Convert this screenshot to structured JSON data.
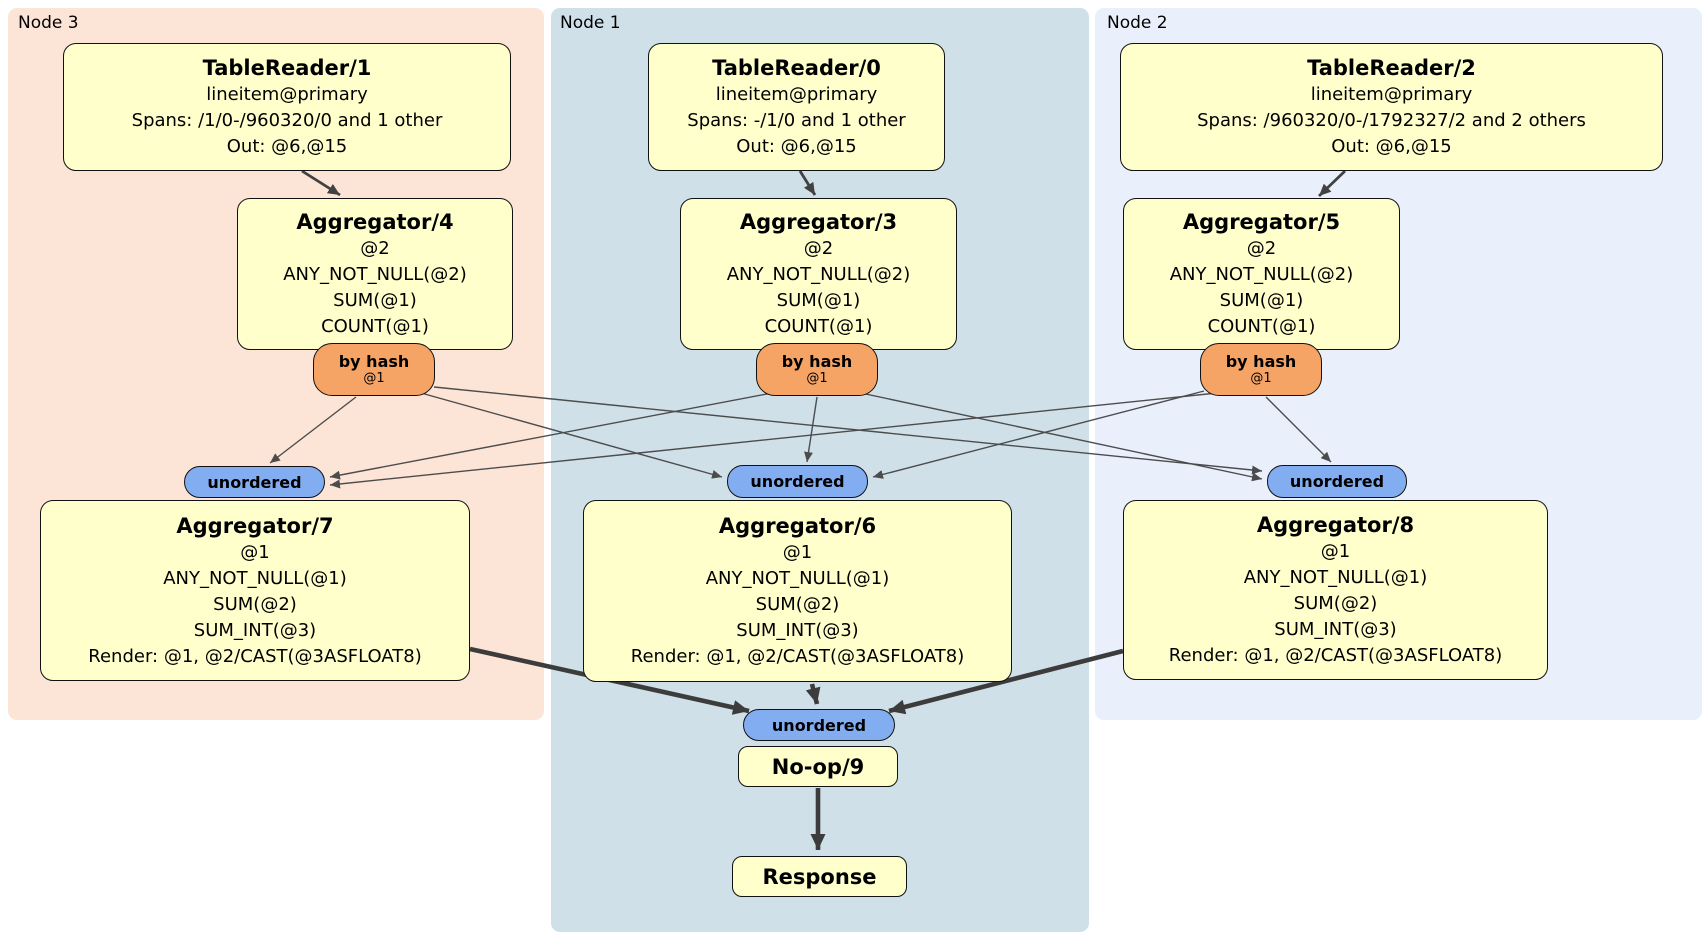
{
  "diagram": {
    "regions": [
      {
        "label": "Node 3"
      },
      {
        "label": "Node 1"
      },
      {
        "label": "Node 2"
      }
    ],
    "processors": {
      "tr1": {
        "title": "TableReader/1",
        "lines": [
          "lineitem@primary",
          "Spans: /1/0-/960320/0 and 1 other",
          "Out: @6,@15"
        ]
      },
      "tr0": {
        "title": "TableReader/0",
        "lines": [
          "lineitem@primary",
          "Spans: -/1/0 and 1 other",
          "Out: @6,@15"
        ]
      },
      "tr2": {
        "title": "TableReader/2",
        "lines": [
          "lineitem@primary",
          "Spans: /960320/0-/1792327/2 and 2 others",
          "Out: @6,@15"
        ]
      },
      "agg4": {
        "title": "Aggregator/4",
        "lines": [
          "@2",
          "ANY_NOT_NULL(@2)",
          "SUM(@1)",
          "COUNT(@1)"
        ]
      },
      "agg3": {
        "title": "Aggregator/3",
        "lines": [
          "@2",
          "ANY_NOT_NULL(@2)",
          "SUM(@1)",
          "COUNT(@1)"
        ]
      },
      "agg5": {
        "title": "Aggregator/5",
        "lines": [
          "@2",
          "ANY_NOT_NULL(@2)",
          "SUM(@1)",
          "COUNT(@1)"
        ]
      },
      "agg7": {
        "title": "Aggregator/7",
        "lines": [
          "@1",
          "ANY_NOT_NULL(@1)",
          "SUM(@2)",
          "SUM_INT(@3)",
          "Render: @1, @2/CAST(@3ASFLOAT8)"
        ]
      },
      "agg6": {
        "title": "Aggregator/6",
        "lines": [
          "@1",
          "ANY_NOT_NULL(@1)",
          "SUM(@2)",
          "SUM_INT(@3)",
          "Render: @1, @2/CAST(@3ASFLOAT8)"
        ]
      },
      "agg8": {
        "title": "Aggregator/8",
        "lines": [
          "@1",
          "ANY_NOT_NULL(@1)",
          "SUM(@2)",
          "SUM_INT(@3)",
          "Render: @1, @2/CAST(@3ASFLOAT8)"
        ]
      },
      "noop": {
        "title": "No-op/9"
      },
      "response": {
        "title": "Response"
      }
    },
    "router": {
      "label": "by hash",
      "sub": "@1"
    },
    "stream": {
      "label": "unordered"
    }
  },
  "colors": {
    "node3_bg": "#fce4d6",
    "node1_bg": "#cfe0e9",
    "node2_bg": "#eaf0fb",
    "box_bg": "#ffffcc",
    "box_border": "#111111",
    "hash_pill_bg": "#f6a465",
    "unordered_pill_bg": "#83adf1",
    "edge_color": "#444444",
    "text_color": "#000000"
  }
}
